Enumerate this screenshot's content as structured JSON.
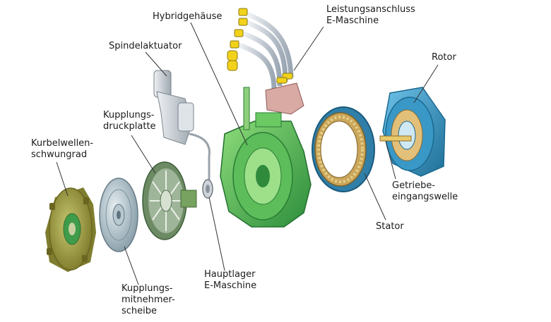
{
  "labels": {
    "hybridgehaeuse": "Hybridgehäuse",
    "leistungsanschluss": "Leistungsanschluss\nE-Maschine",
    "spindelaktuator": "Spindelaktuator",
    "rotor": "Rotor",
    "kupplungsdruckplatte": "Kupplungs-\ndruckplatte",
    "kurbelwellenschwungrad": "Kurbelwellen-\nschwungrad",
    "getriebeeingangswelle": "Getriebe-\neingangswelle",
    "stator": "Stator",
    "hauptlager": "Hauptlager\nE-Maschine",
    "kupplungsmitnehmerscheibe": "Kupplungs-\nmitnehmer-\nscheibe"
  },
  "colors": {
    "housing_green": "#3fae48",
    "flywheel_olive": "#9a9a3a",
    "clutch_steel": "#9fb3bd",
    "rotor_blue": "#2d86b5",
    "stator_copper": "#c9a65b",
    "cable_yellow": "#f2d21b",
    "actuator_grey": "#cfd4da",
    "leader_line": "#333333"
  }
}
